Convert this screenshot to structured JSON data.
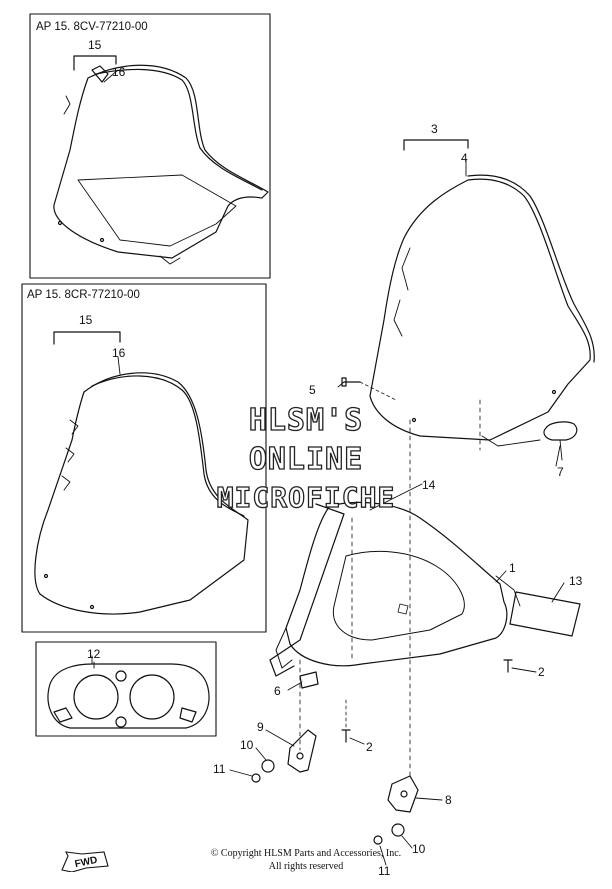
{
  "boxes": {
    "top_ap": "AP  15. 8CV-77210-00",
    "mid_ap": "AP  15. 8CR-77210-00"
  },
  "callouts": {
    "c1": "1",
    "c2a": "2",
    "c2b": "2",
    "c3": "3",
    "c4": "4",
    "c5": "5",
    "c6": "6",
    "c7": "7",
    "c8": "8",
    "c9": "9",
    "c10a": "10",
    "c10b": "10",
    "c11a": "11",
    "c11b": "11",
    "c12": "12",
    "c13": "13",
    "c14": "14",
    "c15a": "15",
    "c15b": "15",
    "c16a": "16",
    "c16b": "16"
  },
  "watermark": {
    "line1": "HLSM'S",
    "line2": "ONLINE",
    "line3": "MICROFICHE"
  },
  "footer": {
    "copyright": "© Copyright HLSM Parts and Accessories, Inc.",
    "rights": "All rights reserved"
  },
  "badge": {
    "fwd": "FWD"
  }
}
